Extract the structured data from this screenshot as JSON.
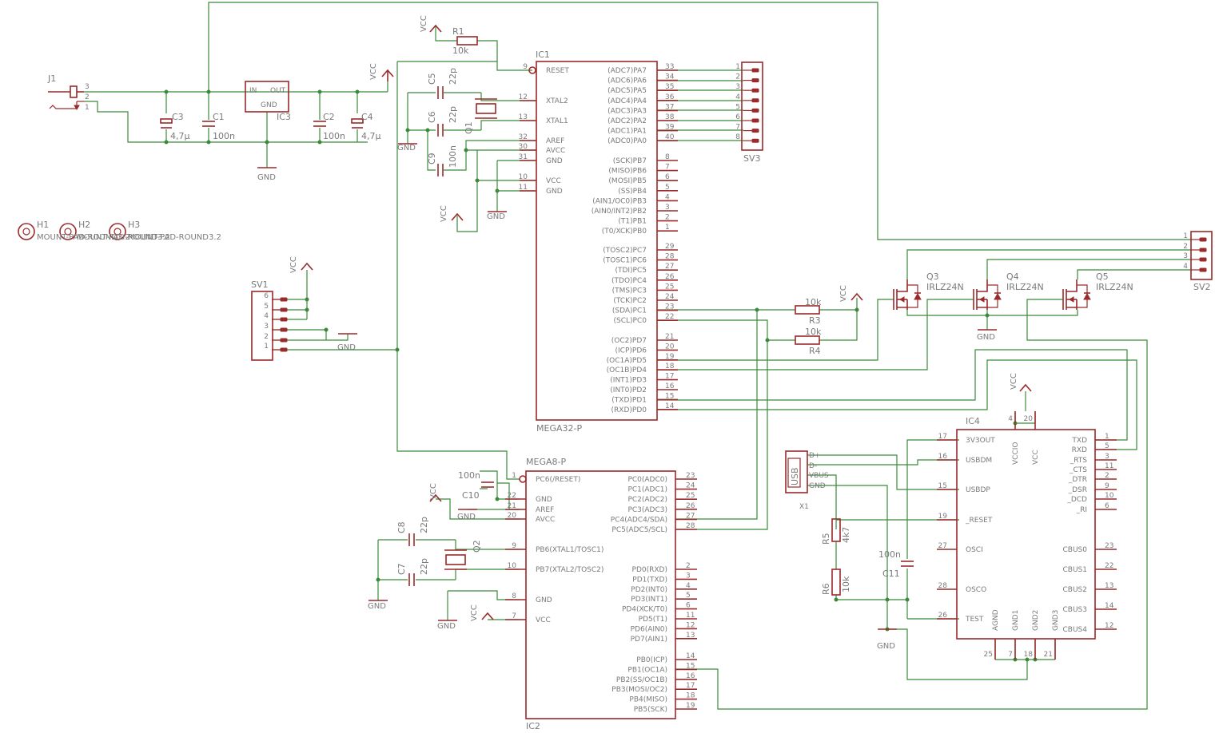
{
  "labels": {
    "J1": "J1",
    "IC3": "IC3",
    "C1": "C1",
    "C2": "C2",
    "C3": "C3",
    "C4": "C4",
    "c100n": "100n",
    "c47u": "4,7µ",
    "c22p": "22p",
    "IN": "IN",
    "OUT": "OUT",
    "GND": "GND",
    "VCC": "VCC",
    "R1": "R1",
    "R3": "R3",
    "R4": "R4",
    "R5": "R5",
    "R6": "R6",
    "r10k": "10k",
    "r4k7": "4k7",
    "C5": "C5",
    "C6": "C6",
    "C7": "C7",
    "C8": "C8",
    "C9": "C9",
    "C10": "C10",
    "C11": "C11",
    "Q1": "Q1",
    "Q2": "Q2",
    "Q3": "Q3",
    "Q4": "Q4",
    "Q5": "Q5",
    "IRLZ24N": "IRLZ24N",
    "SV1": "SV1",
    "SV2": "SV2",
    "SV3": "SV3",
    "H1": "H1",
    "H2": "H2",
    "H3": "H3",
    "H_text": "MOUNT-PAD-ROUND3.2",
    "IC1": "IC1",
    "IC1_val": "MEGA32-P",
    "IC2": "IC2",
    "IC2_val": "MEGA8-P",
    "IC4": "IC4",
    "USB": "USB",
    "X1": "X1",
    "DP": "D+",
    "DM": "D-",
    "VBUS": "VBUS"
  },
  "ic1": {
    "left": [
      [
        "RESET",
        "9"
      ],
      [
        "XTAL2",
        "12"
      ],
      [
        "XTAL1",
        "13"
      ],
      [
        "AREF",
        "32"
      ],
      [
        "AVCC",
        "30"
      ],
      [
        "GND",
        "31"
      ],
      [
        "VCC",
        "10"
      ],
      [
        "GND",
        "11"
      ]
    ],
    "right": [
      [
        "(ADC7)PA7",
        "33"
      ],
      [
        "(ADC6)PA6",
        "34"
      ],
      [
        "(ADC5)PA5",
        "35"
      ],
      [
        "(ADC4)PA4",
        "36"
      ],
      [
        "(ADC3)PA3",
        "37"
      ],
      [
        "(ADC2)PA2",
        "38"
      ],
      [
        "(ADC1)PA1",
        "39"
      ],
      [
        "(ADC0)PA0",
        "40"
      ],
      [
        "(SCK)PB7",
        "8"
      ],
      [
        "(MISO)PB6",
        "7"
      ],
      [
        "(MOSI)PB5",
        "6"
      ],
      [
        "(SS)PB4",
        "5"
      ],
      [
        "(AIN1/OC0)PB3",
        "4"
      ],
      [
        "(AIN0/INT2)PB2",
        "3"
      ],
      [
        "(T1)PB1",
        "2"
      ],
      [
        "(T0/XCK)PB0",
        "1"
      ],
      [
        "(TOSC2)PC7",
        "29"
      ],
      [
        "(TOSC1)PC6",
        "28"
      ],
      [
        "(TDI)PC5",
        "27"
      ],
      [
        "(TDO)PC4",
        "26"
      ],
      [
        "(TMS)PC3",
        "25"
      ],
      [
        "(TCK)PC2",
        "24"
      ],
      [
        "(SDA)PC1",
        "23"
      ],
      [
        "(SCL)PC0",
        "22"
      ],
      [
        "(OC2)PD7",
        "21"
      ],
      [
        "(ICP)PD6",
        "20"
      ],
      [
        "(OC1A)PD5",
        "19"
      ],
      [
        "(OC1B)PD4",
        "18"
      ],
      [
        "(INT1)PD3",
        "17"
      ],
      [
        "(INT0)PD2",
        "16"
      ],
      [
        "(TXD)PD1",
        "15"
      ],
      [
        "(RXD)PD0",
        "14"
      ]
    ]
  },
  "ic2": {
    "left": [
      [
        "PC6(/RESET)",
        "1"
      ],
      [
        "GND",
        "22"
      ],
      [
        "AREF",
        "21"
      ],
      [
        "AVCC",
        "20"
      ],
      [
        "PB6(XTAL1/TOSC1)",
        "9"
      ],
      [
        "PB7(XTAL2/TOSC2)",
        "10"
      ],
      [
        "GND",
        "8"
      ],
      [
        "VCC",
        "7"
      ]
    ],
    "right": [
      [
        "PC0(ADC0)",
        "23"
      ],
      [
        "PC1(ADC1)",
        "24"
      ],
      [
        "PC2(ADC2)",
        "25"
      ],
      [
        "PC3(ADC3)",
        "26"
      ],
      [
        "PC4(ADC4/SDA)",
        "27"
      ],
      [
        "PC5(ADC5/SCL)",
        "28"
      ],
      [
        "PD0(RXD)",
        "2"
      ],
      [
        "PD1(TXD)",
        "3"
      ],
      [
        "PD2(INT0)",
        "4"
      ],
      [
        "PD3(INT1)",
        "5"
      ],
      [
        "PD4(XCK/T0)",
        "6"
      ],
      [
        "PD5(T1)",
        "11"
      ],
      [
        "PD6(AIN0)",
        "12"
      ],
      [
        "PD7(AIN1)",
        "13"
      ],
      [
        "PB0(ICP)",
        "14"
      ],
      [
        "PB1(OC1A)",
        "15"
      ],
      [
        "PB2(SS/OC1B)",
        "16"
      ],
      [
        "PB3(MOSI/OC2)",
        "17"
      ],
      [
        "PB4(MISO)",
        "18"
      ],
      [
        "PB5(SCK)",
        "19"
      ]
    ]
  },
  "ic4": {
    "left": [
      [
        "3V3OUT",
        "17"
      ],
      [
        "USBDM",
        "16"
      ],
      [
        "USBDP",
        "15"
      ],
      [
        "_RESET",
        "19"
      ],
      [
        "OSCI",
        "27"
      ],
      [
        "OSCO",
        "28"
      ],
      [
        "TEST",
        "26"
      ]
    ],
    "right": [
      [
        "TXD",
        "1"
      ],
      [
        "RXD",
        "5"
      ],
      [
        "_RTS",
        "3"
      ],
      [
        "_CTS",
        "11"
      ],
      [
        "_DTR",
        "2"
      ],
      [
        "_DSR",
        "9"
      ],
      [
        "_DCD",
        "10"
      ],
      [
        "_RI",
        "6"
      ],
      [
        "CBUS0",
        "23"
      ],
      [
        "CBUS1",
        "22"
      ],
      [
        "CBUS2",
        "13"
      ],
      [
        "CBUS3",
        "14"
      ],
      [
        "CBUS4",
        "12"
      ]
    ],
    "top": [
      [
        "VCCIO",
        "4"
      ],
      [
        "VCC",
        "20"
      ]
    ],
    "bottom": [
      [
        "AGND",
        "25"
      ],
      [
        "GND1",
        "7"
      ],
      [
        "GND2",
        "18"
      ],
      [
        "GND3",
        "21"
      ]
    ]
  },
  "sv1_pins": [
    "6",
    "5",
    "4",
    "3",
    "2",
    "1"
  ],
  "sv2_pins": [
    "1",
    "2",
    "3",
    "4"
  ],
  "sv3_pins": [
    "1",
    "2",
    "3",
    "4",
    "5",
    "6",
    "7",
    "8"
  ],
  "j1_pins": [
    "3",
    "2",
    "1"
  ],
  "ic3_pins": {
    "in": "IN",
    "out": "OUT",
    "gnd": "GND"
  },
  "x1_pins": [
    "D+",
    "D-",
    "VBUS",
    "GND"
  ]
}
